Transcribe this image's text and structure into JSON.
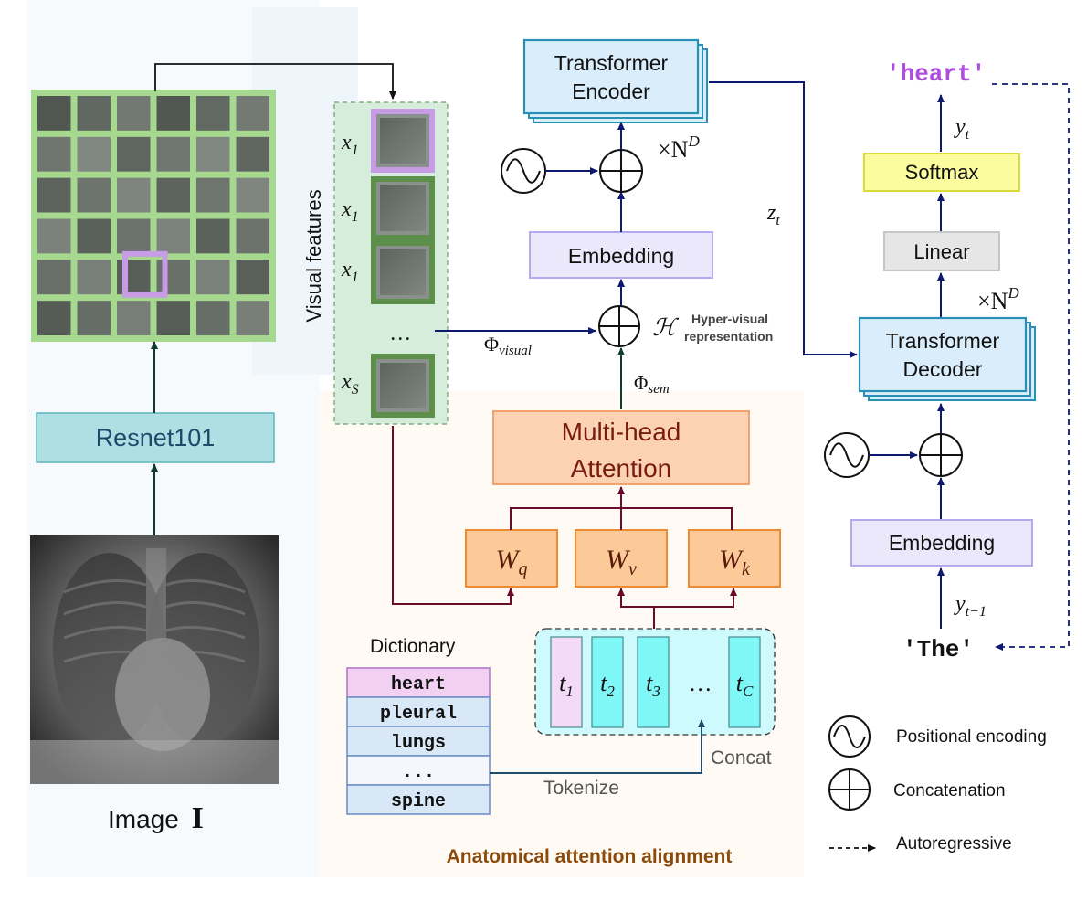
{
  "image": {
    "caption": "Image",
    "caption_symbol": "I"
  },
  "encoder_cnn": {
    "label": "Resnet101"
  },
  "visual_features": {
    "label": "Visual features",
    "items": [
      {
        "var": "x",
        "sub": "1"
      },
      {
        "var": "x",
        "sub": "1"
      },
      {
        "var": "x",
        "sub": "1"
      },
      {
        "var": "…",
        "sub": ""
      },
      {
        "var": "x",
        "sub": "S"
      }
    ]
  },
  "phi_visual": {
    "sym": "Φ",
    "sub": "visual"
  },
  "phi_sem": {
    "sym": "Φ",
    "sub": "sem"
  },
  "hyper_visual": {
    "sym": "ℋ",
    "line1": "Hyper-visual",
    "line2": "representation"
  },
  "transformer_encoder": {
    "line1": "Transformer",
    "line2": "Encoder",
    "repeat": "×N",
    "repeat_sup": "D"
  },
  "embedding_left": {
    "label": "Embedding"
  },
  "mha": {
    "line1": "Multi-head",
    "line2": "Attention"
  },
  "weights": [
    {
      "sym": "W",
      "sub": "q"
    },
    {
      "sym": "W",
      "sub": "v"
    },
    {
      "sym": "W",
      "sub": "k"
    }
  ],
  "dictionary": {
    "title": "Dictionary",
    "entries": [
      "heart",
      "pleural",
      "lungs",
      "...",
      "spine"
    ]
  },
  "tokens": [
    {
      "sym": "t",
      "sub": "1"
    },
    {
      "sym": "t",
      "sub": "2"
    },
    {
      "sym": "t",
      "sub": "3"
    },
    {
      "sym": "…",
      "sub": ""
    },
    {
      "sym": "t",
      "sub": "C"
    }
  ],
  "tokenize_label": "Tokenize",
  "concat_label": "Concat",
  "anatomical_label": "Anatomical attention alignment",
  "z_t": {
    "sym": "z",
    "sub": "t"
  },
  "decoder": {
    "output_word": "'heart'",
    "y_t": {
      "sym": "y",
      "sub": "t"
    },
    "softmax": "Softmax",
    "linear": "Linear",
    "repeat": "×N",
    "repeat_sup": "D",
    "transformer_line1": "Transformer",
    "transformer_line2": "Decoder",
    "embedding": "Embedding",
    "y_prev": {
      "sym": "y",
      "sub": "t−1"
    },
    "input_word": "'The'"
  },
  "legend": {
    "positional": "Positional encoding",
    "concatenation": "Concatenation",
    "autoregressive": "Autoregressive"
  },
  "colors": {
    "grid_green": "#a6d98f",
    "highlight_purple": "#c79be6",
    "resnet_fill": "#aee0e3",
    "resnet_text": "#1d4a6b",
    "feature_panel": "#d7eddb",
    "feature_frame": "#5b8f4a",
    "encoder_fill": "#d9eefa",
    "encoder_border": "#2a8fb5",
    "embedding_fill": "#ebe8fb",
    "embedding_border": "#b5a8ee",
    "mha_fill": "#fbd2b3",
    "mha_border": "#f0a36a",
    "mha_text": "#7a1b10",
    "weight_fill": "#fcc998",
    "weight_border": "#ec8b32",
    "dict_fill": "#d8e8f7",
    "dict_border": "#6f92c8",
    "dict_highlight": "#f1d0f1",
    "token_panel": "#cffafd",
    "token_fill": "#7ff7f7",
    "token_first": "#f3dbf7",
    "softmax_fill": "#fbfc9e",
    "softmax_border": "#dada3d",
    "linear_fill": "#e6e6e6",
    "anatomical_bg": "#fffaf3",
    "anatomical_text": "#8a4a0c",
    "arrow_navy": "#0e1a70",
    "arrow_green": "#113a2e",
    "arrow_maroon": "#6b0b2c",
    "output_purple": "#b04ce0"
  }
}
